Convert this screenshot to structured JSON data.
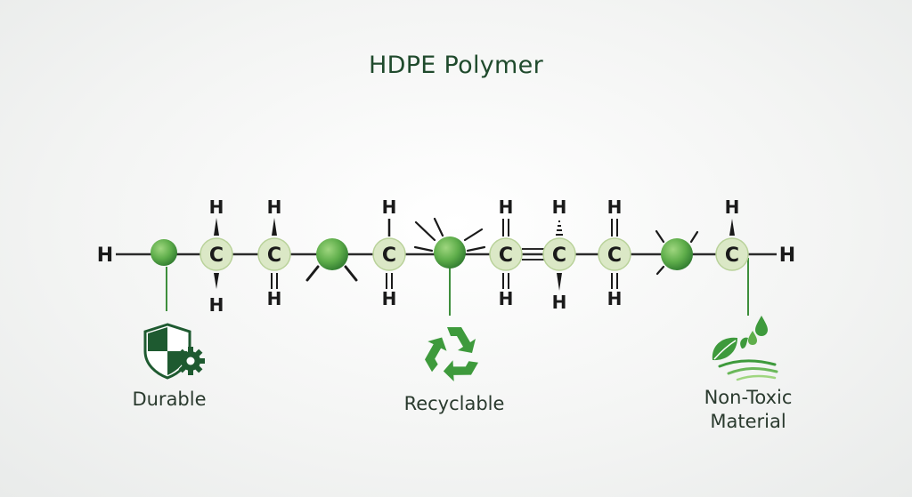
{
  "title": "HDPE Polymer",
  "chain": {
    "end_left": "H",
    "end_right": "H",
    "carbon_symbol": "C",
    "hydrogen_symbol": "H"
  },
  "features": [
    {
      "label": "Durable",
      "icon": "shield-gear-icon"
    },
    {
      "label": "Recyclable",
      "icon": "recycle-icon"
    },
    {
      "label": "Non-Toxic\nMaterial",
      "icon": "leaf-droplet-icon"
    }
  ],
  "colors": {
    "title": "#1f4a2c",
    "dark_green": "#1e5a30",
    "mid_green": "#3e8e3c",
    "ball_green": "#63b04f",
    "carbon_fill": "#dbe8c6",
    "bond": "#222222"
  }
}
